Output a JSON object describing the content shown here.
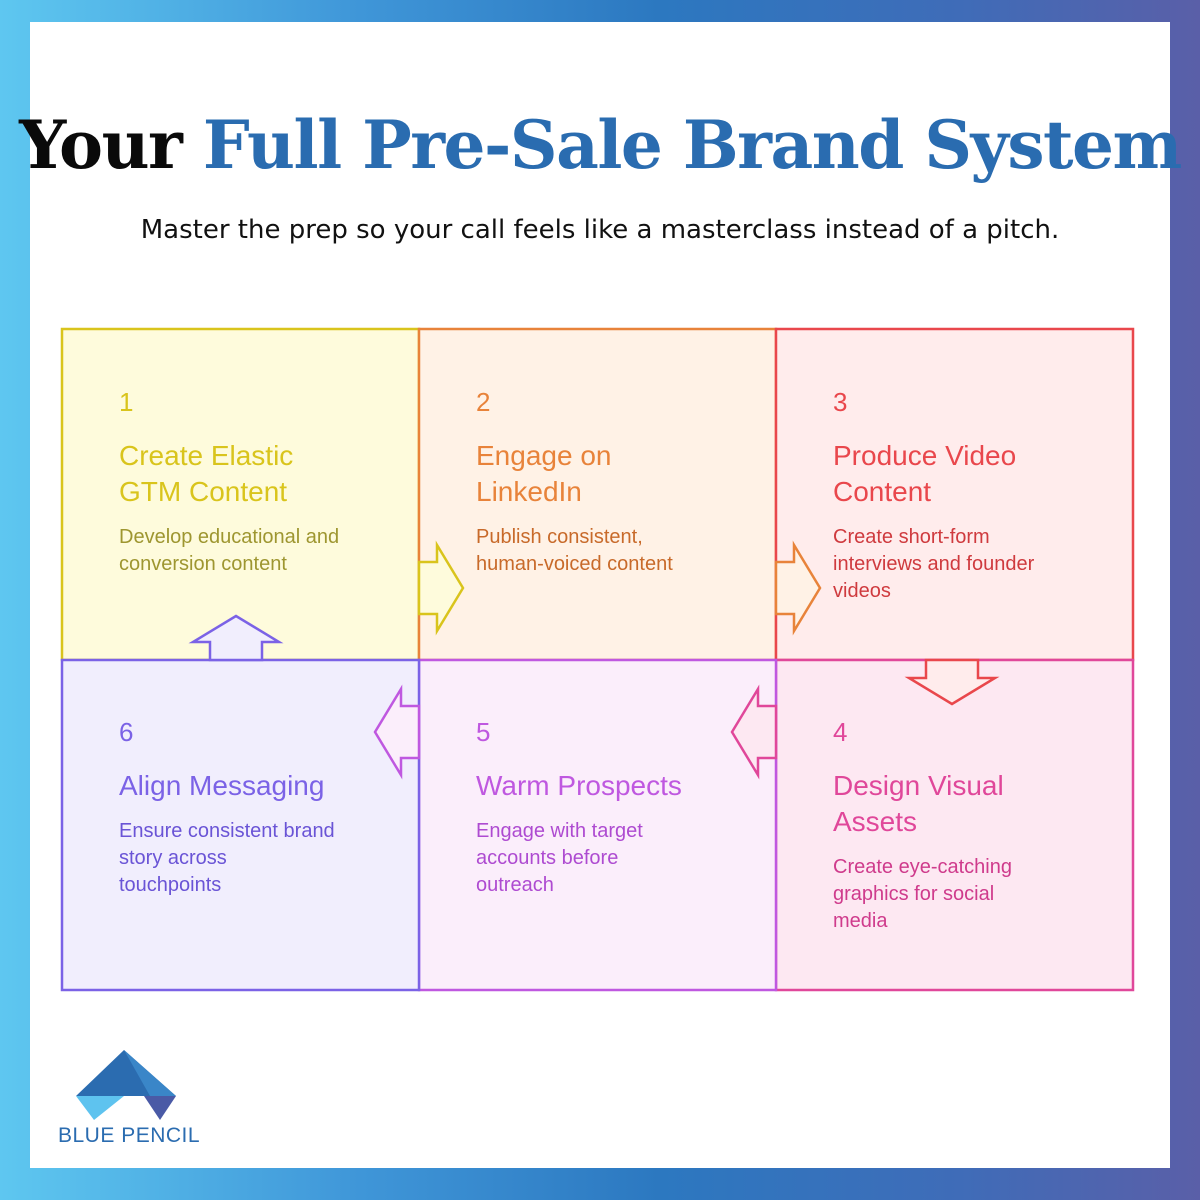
{
  "header": {
    "title_prefix": "Your",
    "title_accent": "Full Pre-Sale Brand System",
    "subtitle": "Master the prep so your call feels like a masterclass instead of a pitch."
  },
  "steps": [
    {
      "number": "1",
      "title_line1": "Create Elastic",
      "title_line2": "GTM Content",
      "desc_line1": "Develop educational and",
      "desc_line2": "conversion content",
      "desc_line3": "",
      "color": "#d9c41c",
      "fill": "#fefbdc",
      "desc_color": "#9e9630"
    },
    {
      "number": "2",
      "title_line1": "Engage on",
      "title_line2": "LinkedIn",
      "desc_line1": "Publish consistent,",
      "desc_line2": "human-voiced content",
      "desc_line3": "",
      "color": "#e8833a",
      "fill": "#fff2e6",
      "desc_color": "#c86a2a"
    },
    {
      "number": "3",
      "title_line1": "Produce Video",
      "title_line2": "Content",
      "desc_line1": "Create short-form",
      "desc_line2": "interviews and founder",
      "desc_line3": "videos",
      "color": "#e9474c",
      "fill": "#ffecec",
      "desc_color": "#cf3a3e"
    },
    {
      "number": "4",
      "title_line1": "Design Visual",
      "title_line2": "Assets",
      "desc_line1": "Create eye-catching",
      "desc_line2": "graphics for social",
      "desc_line3": "media",
      "color": "#e0479a",
      "fill": "#fde8f2",
      "desc_color": "#cf3b8c"
    },
    {
      "number": "5",
      "title_line1": "Warm Prospects",
      "title_line2": "",
      "desc_line1": "Engage with target",
      "desc_line2": "accounts before",
      "desc_line3": "outreach",
      "color": "#bf58e0",
      "fill": "#fbeefb",
      "desc_color": "#ae4bd1"
    },
    {
      "number": "6",
      "title_line1": "Align Messaging",
      "title_line2": "",
      "desc_line1": "Ensure consistent brand",
      "desc_line2": "story across",
      "desc_line3": "touchpoints",
      "color": "#7b62e6",
      "fill": "#f1eefd",
      "desc_color": "#6a54d6"
    }
  ],
  "logo": {
    "text": "BLUE PENCIL",
    "colors": {
      "dark": "#2b6cb0",
      "light": "#5ec3ef",
      "mid": "#3a86c8",
      "purple": "#4a5aa6"
    }
  }
}
